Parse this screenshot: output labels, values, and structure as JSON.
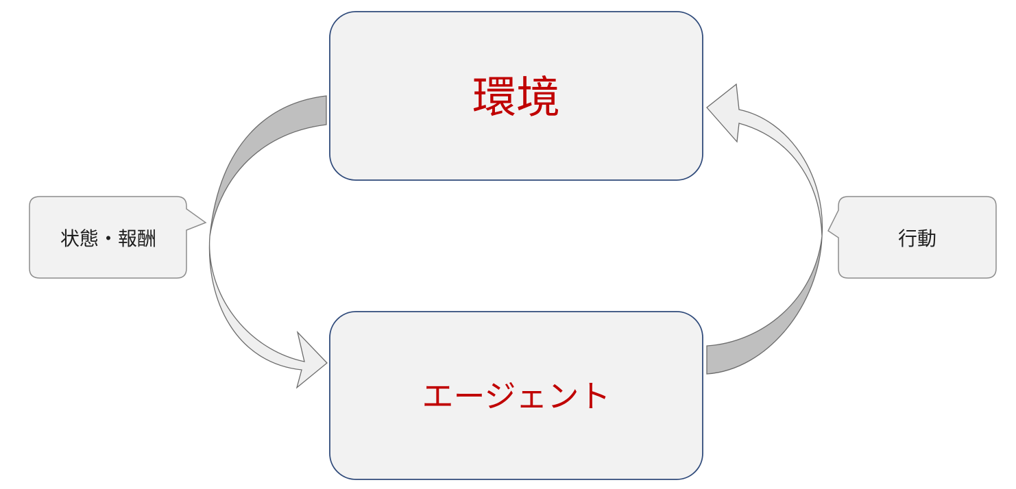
{
  "diagram": {
    "nodes": {
      "environment": {
        "label": "環境"
      },
      "agent": {
        "label": "エージェント"
      }
    },
    "callouts": {
      "state_reward": {
        "label": "状態・報酬"
      },
      "action": {
        "label": "行動"
      }
    },
    "colors": {
      "box_fill": "#f2f2f2",
      "box_stroke": "#2f4a7a",
      "node_text": "#c00000",
      "callout_fill": "#f2f2f2",
      "callout_stroke": "#8c8c8c",
      "callout_text": "#1f1f1f",
      "arrow_light": "#efefef",
      "arrow_dark": "#bfbfbf",
      "arrow_stroke": "#6b6b6b"
    }
  }
}
